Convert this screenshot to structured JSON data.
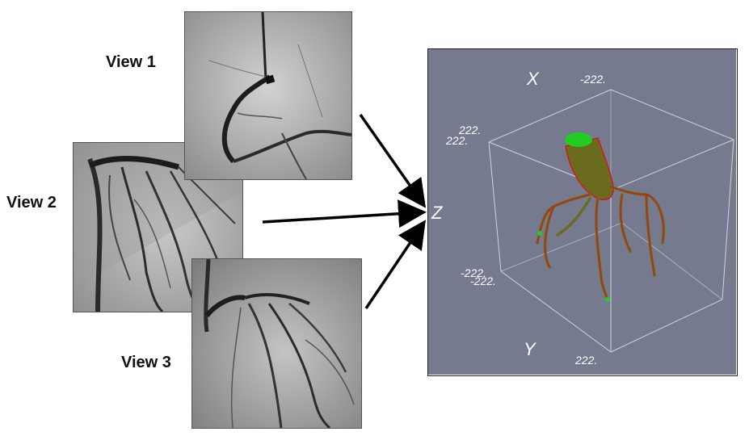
{
  "views": [
    {
      "label": "View 1"
    },
    {
      "label": "View 2"
    },
    {
      "label": "View 3"
    }
  ],
  "reconstruction": {
    "axes": {
      "x": "X",
      "y": "Y",
      "z": "Z"
    },
    "ticks": {
      "x_top": "-222.",
      "top_left_a": "222.",
      "top_left_b": "222.",
      "bottom_left_a": "-222.",
      "bottom_left_b": "-222.",
      "bottom_right": "222."
    },
    "colors": {
      "background": "#767a8f",
      "vessel": "#6b6b1e",
      "vessel_edge": "#d11a1a",
      "ostium": "#22cc22"
    }
  }
}
